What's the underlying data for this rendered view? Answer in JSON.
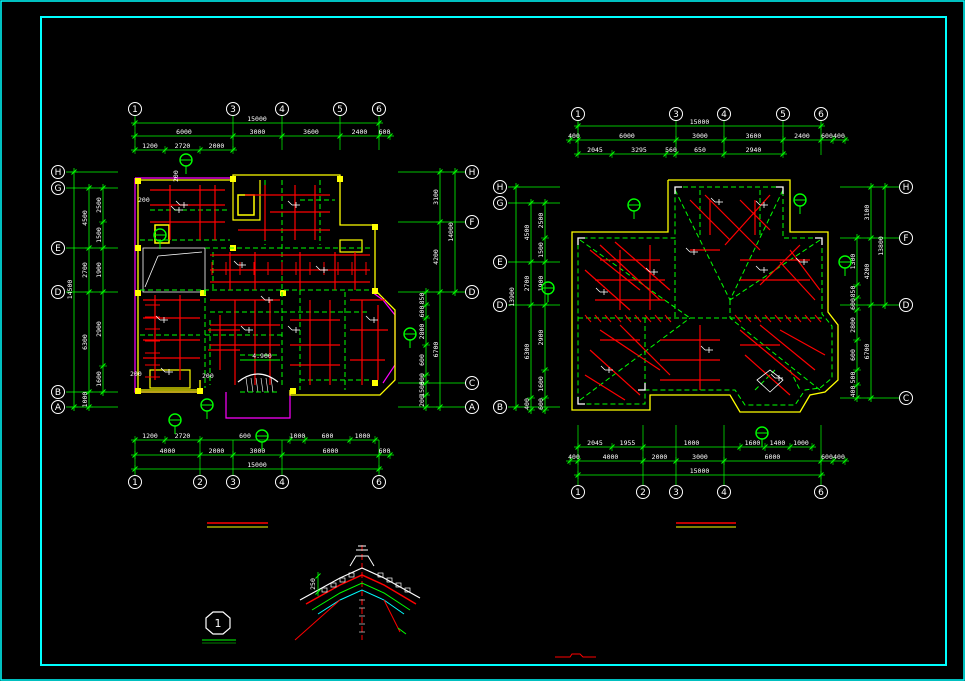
{
  "colors": {
    "frame": "#00ffff",
    "grid": "#00ff00",
    "wall": "#ffff00",
    "bar": "#ff0000",
    "text": "#ffffff",
    "magenta": "#ff00ff",
    "white": "#ffffff"
  },
  "left_plan": {
    "col_labels": [
      "1",
      "3",
      "4",
      "5",
      "6"
    ],
    "col_labels_bottom": [
      "1",
      "2",
      "3",
      "4",
      "6"
    ],
    "row_labels_left": [
      "H",
      "G",
      "E",
      "D",
      "B",
      "A"
    ],
    "row_labels_right": [
      "H",
      "F",
      "D",
      "C",
      "A"
    ],
    "top_total": "15000",
    "top_dims": [
      "6000",
      "3000",
      "3600",
      "2400",
      "600"
    ],
    "top_sub_dims": [
      "1200",
      "2720",
      "2000"
    ],
    "bottom_sub_dims": [
      "1200",
      "2720",
      "600",
      "1000",
      "600",
      "1000"
    ],
    "bottom_dims": [
      "4000",
      "2000",
      "3000",
      "6000",
      "600"
    ],
    "bottom_total": "15000",
    "left_total": "14500",
    "left_dims": [
      "4500",
      "2700",
      "6300",
      "1000"
    ],
    "left_sub_dims": [
      "2500",
      "1500",
      "1900",
      "2900",
      "1600"
    ],
    "right_total": "14000",
    "right_dims": [
      "3100",
      "4200",
      "6700"
    ],
    "right_sub_dims": [
      "850",
      "600",
      "2800",
      "600",
      "500",
      "1500",
      "200"
    ],
    "room_label": "4.900",
    "small_dims": [
      "200",
      "200",
      "200",
      "200"
    ]
  },
  "right_plan": {
    "col_labels": [
      "1",
      "3",
      "4",
      "5",
      "6"
    ],
    "col_labels_bottom": [
      "1",
      "2",
      "3",
      "4",
      "6"
    ],
    "row_labels_left": [
      "H",
      "G",
      "E",
      "D",
      "B"
    ],
    "row_labels_right": [
      "H",
      "F",
      "D",
      "C"
    ],
    "top_total": "15000",
    "top_dims": [
      "400",
      "6000",
      "3000",
      "3600",
      "2400",
      "600",
      "400"
    ],
    "top_sub_dims": [
      "2045",
      "3295",
      "560",
      "650",
      "2940"
    ],
    "bottom_sub_dims": [
      "2045",
      "1955",
      "1000",
      "1600",
      "1400",
      "1000"
    ],
    "bottom_dims": [
      "400",
      "4000",
      "2000",
      "3000",
      "6000",
      "600",
      "400"
    ],
    "bottom_total": "15000",
    "left_total": "13900",
    "left_dims": [
      "4500",
      "2700",
      "6300",
      "400"
    ],
    "left_sub_dims": [
      "2500",
      "1500",
      "1900",
      "2900",
      "1600",
      "600"
    ],
    "right_total": "13800",
    "right_dims": [
      "3100",
      "4200",
      "6700"
    ],
    "right_sub_dims": [
      "1300",
      "850",
      "600",
      "2800",
      "600",
      "500",
      "400"
    ]
  },
  "detail": {
    "label": "250",
    "tag": "1"
  }
}
